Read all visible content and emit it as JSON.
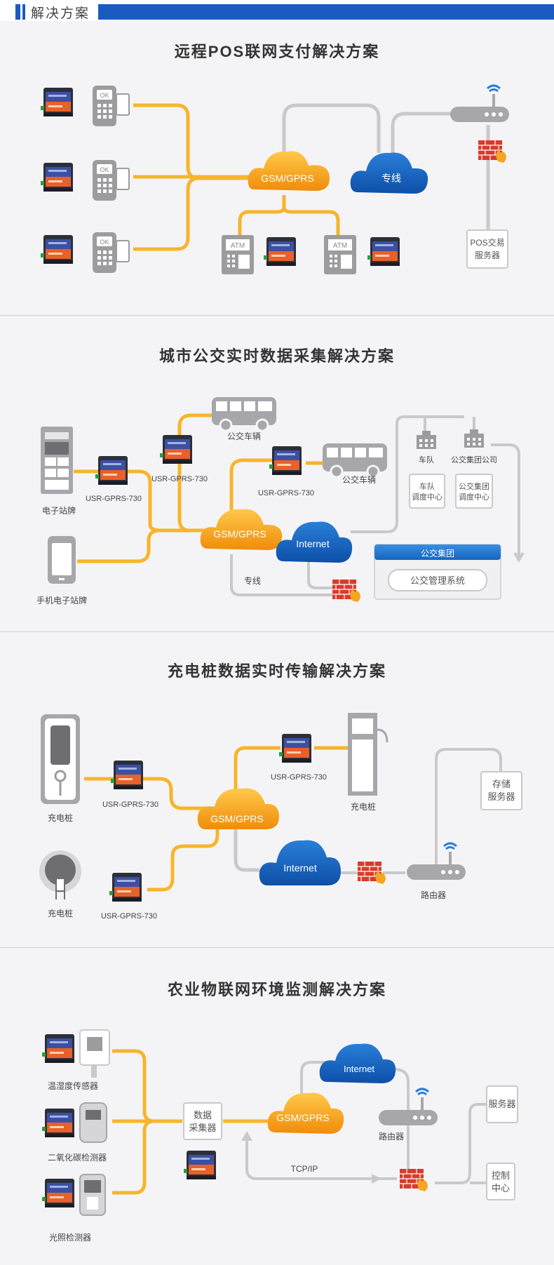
{
  "header": {
    "title": "解决方案"
  },
  "sections": [
    {
      "title": "远程POS联网支付解决方案"
    },
    {
      "title": "城市公交实时数据采集解决方案"
    },
    {
      "title": "充电桩数据实时传输解决方案"
    },
    {
      "title": "农业物联网环境监测解决方案"
    }
  ],
  "s1": {
    "cloud_main": "GSM/GPRS",
    "cloud_line": "专线",
    "atm": "ATM",
    "pos_ok": "OK",
    "server_line1": "POS交易",
    "server_line2": "服务器"
  },
  "s2": {
    "cloud_main": "GSM/GPRS",
    "cloud_internet": "Internet",
    "dtu_label": "USR-GPRS-730",
    "kiosk": "电子站牌",
    "phone": "手机电子站牌",
    "bus": "公交车辆",
    "fleet": "车队",
    "group_company": "公交集团公司",
    "fleet_center_1": "车队",
    "fleet_center_2": "调度中心",
    "group_center_1": "公交集团",
    "group_center_2": "调度中心",
    "panel_title": "公交集团",
    "panel_system": "公交管理系统",
    "line_label": "专线"
  },
  "s3": {
    "cloud_main": "GSM/GPRS",
    "cloud_internet": "Internet",
    "dtu_label": "USR-GPRS-730",
    "charger": "充电桩",
    "router": "路由器",
    "storage_1": "存储",
    "storage_2": "服务器"
  },
  "s4": {
    "cloud_main": "GSM/GPRS",
    "cloud_internet": "Internet",
    "sensor_th": "温湿度传感器",
    "sensor_co2": "二氧化碳检测器",
    "sensor_light": "光照检测器",
    "collector_1": "数据",
    "collector_2": "采集器",
    "router": "路由器",
    "tcpip": "TCP/IP",
    "server": "服务器",
    "control_1": "控制",
    "control_2": "中心"
  },
  "colors": {
    "orange_line": "#f7b52c",
    "gray_line": "#c9c9cc",
    "header_blue": "#1a5bbf",
    "cloud_orange": "#f39c12",
    "cloud_blue": "#1565c0"
  }
}
